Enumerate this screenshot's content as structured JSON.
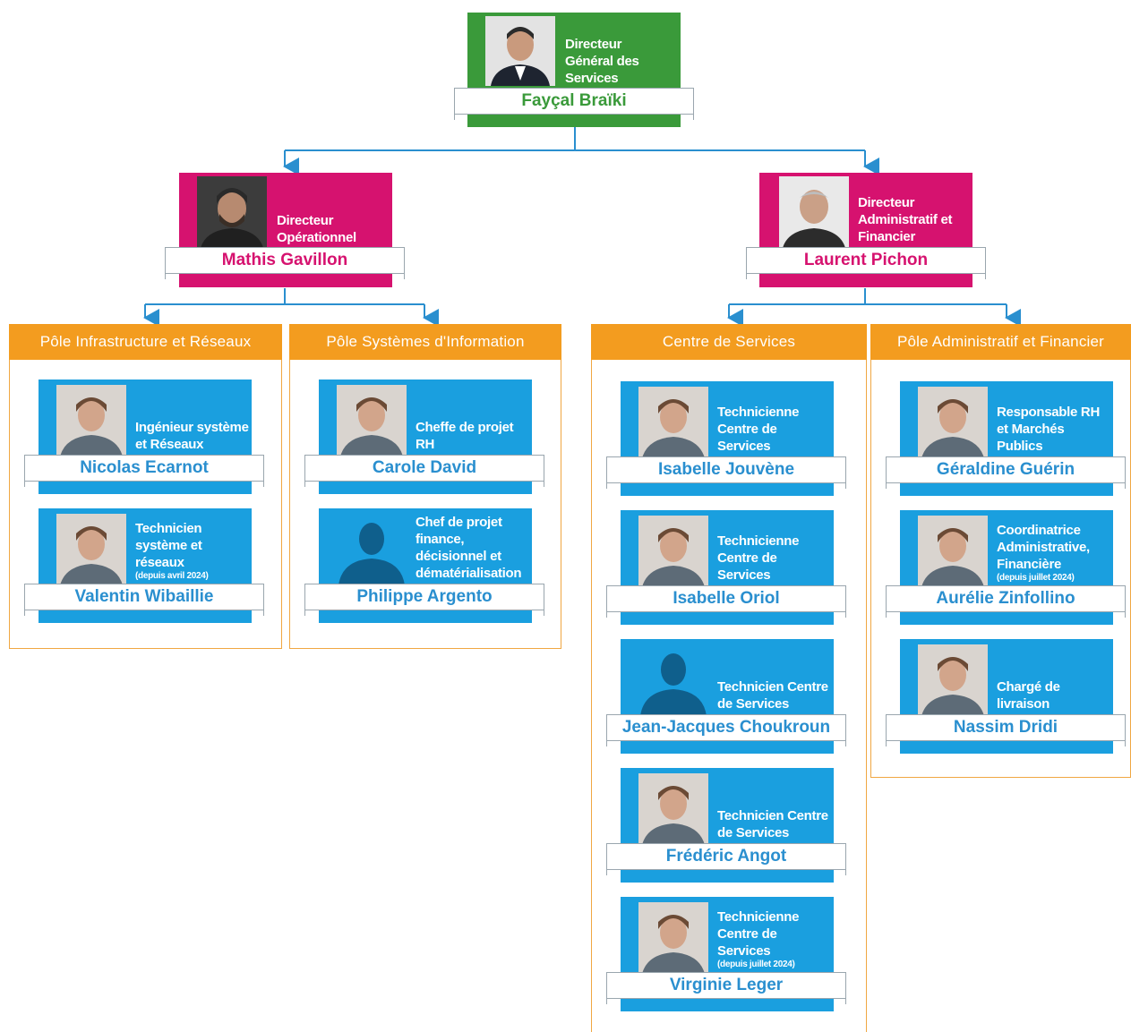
{
  "colors": {
    "dg": "#3a9a3a",
    "directors": "#d6126f",
    "poles": "#f39c1f",
    "staff": "#1a9fdf",
    "connector": "#2a8fcf"
  },
  "dg": {
    "role": "Directeur Général des Services",
    "name": "Fayçal Braïki"
  },
  "dir_op": {
    "role": "Directeur Opérationnel",
    "name": "Mathis Gavillon"
  },
  "daf": {
    "role": "Directeur Administratif et Financier",
    "name": "Laurent Pichon"
  },
  "poles": [
    {
      "title": "Pôle Infrastructure et Réseaux",
      "members": [
        {
          "role": "Ingénieur système et Réseaux",
          "note": "",
          "name": "Nicolas Ecarnot",
          "photo": "photo"
        },
        {
          "role": "Technicien système et réseaux",
          "note": "(depuis avril 2024)",
          "name": "Valentin Wibaillie",
          "photo": "photo"
        }
      ]
    },
    {
      "title": "Pôle Systèmes d'Information",
      "members": [
        {
          "role": "Cheffe de projet RH",
          "note": "",
          "name": "Carole David",
          "photo": "photo"
        },
        {
          "role": "Chef de projet finance, décisionnel et dématérialisation",
          "note": "",
          "name": "Philippe Argento",
          "photo": "silhouette"
        }
      ]
    },
    {
      "title": "Centre de Services",
      "members": [
        {
          "role": "Technicienne Centre de Services",
          "note": "",
          "name": "Isabelle Jouvène",
          "photo": "photo"
        },
        {
          "role": "Technicienne Centre de Services",
          "note": "",
          "name": "Isabelle Oriol",
          "photo": "photo"
        },
        {
          "role": "Technicien Centre de Services",
          "note": "",
          "name": "Jean-Jacques Choukroun",
          "photo": "silhouette"
        },
        {
          "role": "Technicien Centre de Services",
          "note": "",
          "name": "Frédéric Angot",
          "photo": "photo"
        },
        {
          "role": "Technicienne Centre de Services",
          "note": "(depuis juillet 2024)",
          "name": "Virginie Leger",
          "photo": "photo"
        }
      ]
    },
    {
      "title": "Pôle Administratif et Financier",
      "members": [
        {
          "role": "Responsable RH et Marchés Publics",
          "note": "",
          "name": "Géraldine Guérin",
          "photo": "photo"
        },
        {
          "role": "Coordinatrice Administrative, Financière",
          "note": "(depuis juillet 2024)",
          "name": "Aurélie Zinfollino",
          "photo": "photo"
        },
        {
          "role": "Chargé de livraison",
          "note": "",
          "name": "Nassim Dridi",
          "photo": "photo"
        }
      ]
    }
  ]
}
